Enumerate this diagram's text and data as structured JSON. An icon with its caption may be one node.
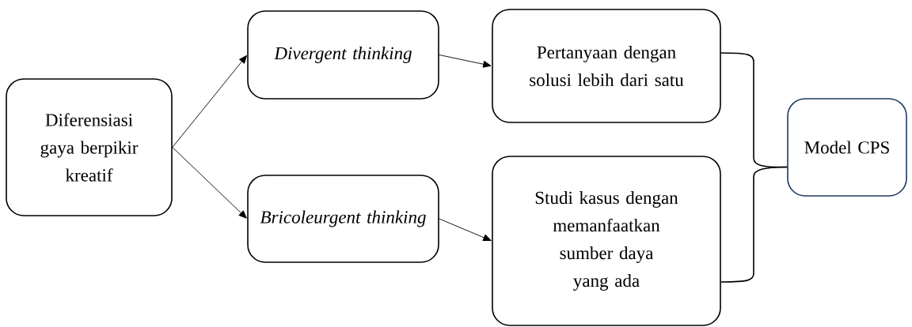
{
  "diagram": {
    "nodes": [
      {
        "text": [
          "Diferensiasi gaya berpikir kreatif"
        ]
      },
      {
        "text": [
          "Divergent thinking"
        ]
      },
      {
        "text": [
          "Bricoleurgent thinking"
        ]
      },
      {
        "text": [
          "Pertanyaan dengan solusi lebih dari satu"
        ]
      },
      {
        "text": [
          "Studi kasus dengan memanfaatkan sumber daya yang ada"
        ]
      },
      {
        "text": [
          "Model CPS"
        ]
      }
    ],
    "edges": [
      {
        "from": 0,
        "to": 1,
        "arrow": "to"
      },
      {
        "from": 0,
        "to": 2,
        "arrow": "to"
      },
      {
        "from": 1,
        "to": 3,
        "arrow": "to"
      },
      {
        "from": 2,
        "to": 4,
        "arrow": "to"
      },
      {
        "from": 3,
        "to": 5,
        "arrow": "none"
      },
      {
        "from": 4,
        "to": 5,
        "arrow": "none"
      }
    ]
  }
}
